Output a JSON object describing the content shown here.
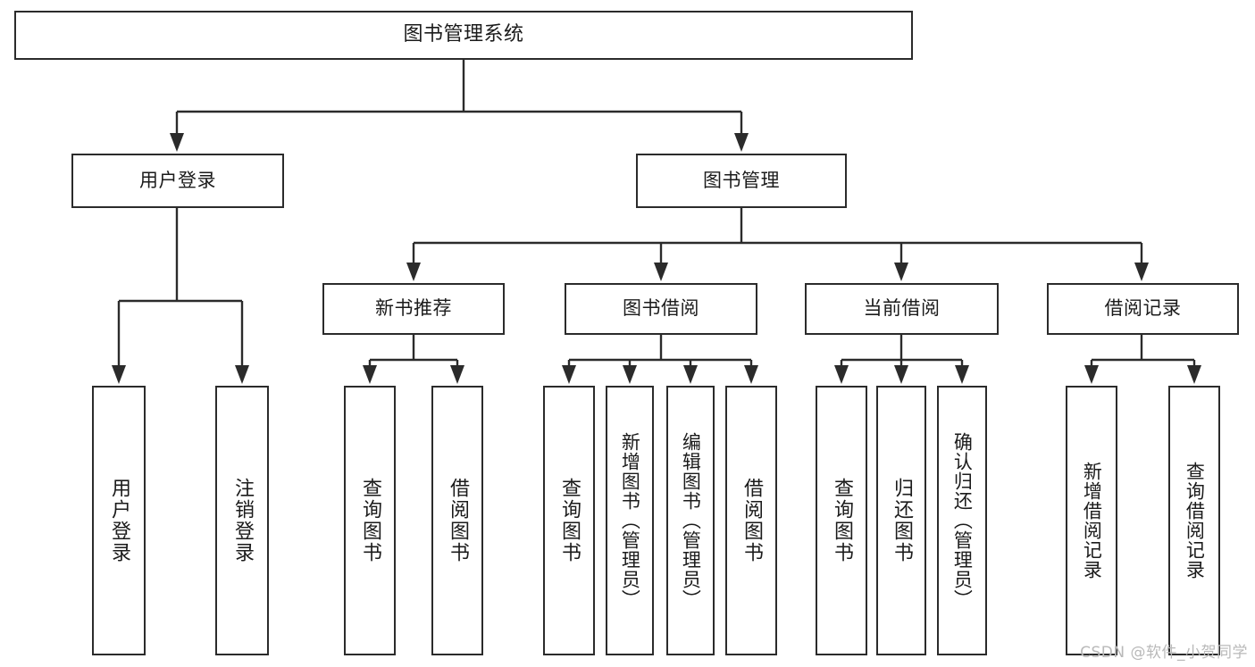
{
  "diagram": {
    "type": "tree-hierarchy-diagram",
    "title": "图书管理系统",
    "watermark": "CSDN @软件_小贺同学",
    "colors": {
      "stroke": "#2b2b2b",
      "fill": "#ffffff",
      "text": "#1b1b1b",
      "watermark": "#b9b9b9"
    },
    "nodes": {
      "root": {
        "label": "图书管理系统"
      },
      "level2": [
        {
          "label": "用户登录"
        },
        {
          "label": "图书管理"
        }
      ],
      "level3": [
        {
          "label": "新书推荐"
        },
        {
          "label": "图书借阅"
        },
        {
          "label": "当前借阅"
        },
        {
          "label": "借阅记录"
        }
      ],
      "leaves": {
        "user_login": [
          {
            "label": "用户登录"
          },
          {
            "label": "注销登录"
          }
        ],
        "new_book_recommend": [
          {
            "label": "查询图书"
          },
          {
            "label": "借阅图书"
          }
        ],
        "book_borrow": [
          {
            "label": "查询图书"
          },
          {
            "label": "新增图书（管理员）"
          },
          {
            "label": "编辑图书（管理员）"
          },
          {
            "label": "借阅图书"
          }
        ],
        "current_borrow": [
          {
            "label": "查询图书"
          },
          {
            "label": "归还图书"
          },
          {
            "label": "确认归还（管理员）"
          }
        ],
        "borrow_record": [
          {
            "label": "新增借阅记录"
          },
          {
            "label": "查询借阅记录"
          }
        ]
      }
    }
  }
}
